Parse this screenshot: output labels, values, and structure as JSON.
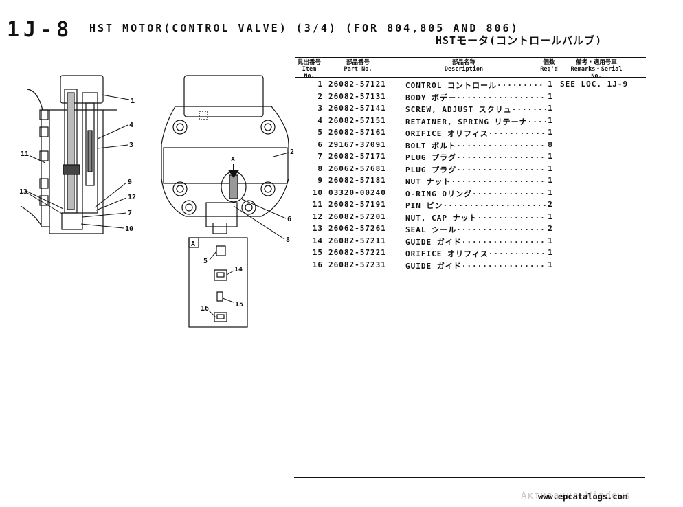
{
  "header": {
    "page_no": "1J-8",
    "title_en": "HST MOTOR(CONTROL VALVE) (3/4) (FOR 804,805 AND 806)",
    "title_jp": "HSTモータ(コントロールバルブ)"
  },
  "columns": {
    "item_jp": "見出番号",
    "item_en": "Item No.",
    "part_jp": "部品番号",
    "part_en": "Part No.",
    "desc_jp": "部品名称",
    "desc_en": "Description",
    "qty_jp": "個数",
    "qty_en": "Req'd",
    "rem_jp": "備考・適用号車",
    "rem_en": "Remarks・Serial No."
  },
  "parts": [
    {
      "item": "1",
      "part_no": "26082-57121",
      "desc": "CONTROL コントロール",
      "qty": "1",
      "remarks": "SEE LOC. 1J-9"
    },
    {
      "item": "2",
      "part_no": "26082-57131",
      "desc": "BODY ボデー",
      "qty": "1",
      "remarks": ""
    },
    {
      "item": "3",
      "part_no": "26082-57141",
      "desc": "SCREW, ADJUST スクリュ",
      "qty": "1",
      "remarks": ""
    },
    {
      "item": "4",
      "part_no": "26082-57151",
      "desc": "RETAINER, SPRING リテーナ",
      "qty": "1",
      "remarks": ""
    },
    {
      "item": "5",
      "part_no": "26082-57161",
      "desc": "ORIFICE オリフィス",
      "qty": "1",
      "remarks": ""
    },
    {
      "item": "6",
      "part_no": "29167-37091",
      "desc": "BOLT ボルト",
      "qty": "8",
      "remarks": ""
    },
    {
      "item": "7",
      "part_no": "26082-57171",
      "desc": "PLUG プラグ",
      "qty": "1",
      "remarks": ""
    },
    {
      "item": "8",
      "part_no": "26062-57681",
      "desc": "PLUG プラグ",
      "qty": "1",
      "remarks": ""
    },
    {
      "item": "9",
      "part_no": "26082-57181",
      "desc": "NUT ナット",
      "qty": "1",
      "remarks": ""
    },
    {
      "item": "10",
      "part_no": "03320-00240",
      "desc": "O-RING Oリング",
      "qty": "1",
      "remarks": ""
    },
    {
      "item": "11",
      "part_no": "26082-57191",
      "desc": "PIN ピン",
      "qty": "2",
      "remarks": ""
    },
    {
      "item": "12",
      "part_no": "26082-57201",
      "desc": "NUT, CAP ナット",
      "qty": "1",
      "remarks": ""
    },
    {
      "item": "13",
      "part_no": "26062-57261",
      "desc": "SEAL シール",
      "qty": "2",
      "remarks": ""
    },
    {
      "item": "14",
      "part_no": "26082-57211",
      "desc": "GUIDE ガイド",
      "qty": "1",
      "remarks": ""
    },
    {
      "item": "15",
      "part_no": "26082-57221",
      "desc": "ORIFICE オリフィス",
      "qty": "1",
      "remarks": ""
    },
    {
      "item": "16",
      "part_no": "26082-57231",
      "desc": "GUIDE ガイド",
      "qty": "1",
      "remarks": ""
    }
  ],
  "diagram": {
    "callouts": [
      "1",
      "2",
      "3",
      "4",
      "5",
      "6",
      "7",
      "8",
      "9",
      "10",
      "11",
      "12",
      "13",
      "14",
      "15",
      "16"
    ],
    "detail_label": "A",
    "view_arrow_label": "A"
  },
  "footer": {
    "watermark_faint": "Активация Windows",
    "watermark": "www.epcatalogs.com"
  }
}
